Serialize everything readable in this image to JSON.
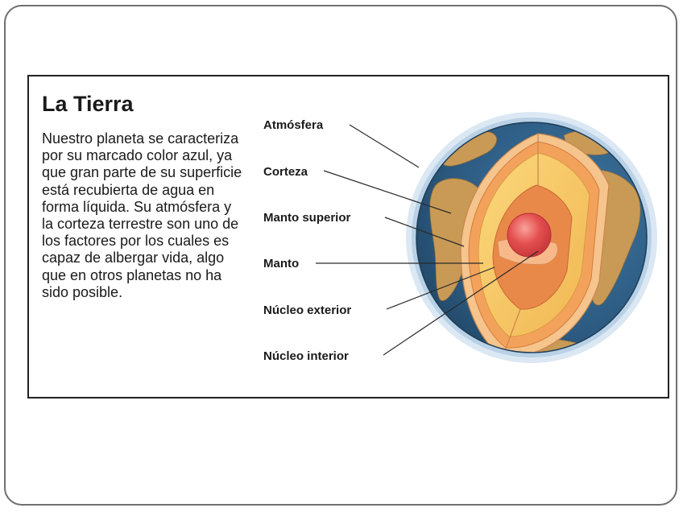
{
  "title": "La Tierra",
  "description": "Nuestro planeta se caracteriza por su marcado color azul, ya que gran parte de su superficie está recubierta de agua en forma líquida. Su atmósfera y la corteza terrestre son uno de los factores por los cuales es capaz de albergar vida, algo que en otros planetas no ha sido posible.",
  "layers": [
    {
      "label": "Atmósfera"
    },
    {
      "label": "Corteza"
    },
    {
      "label": "Manto superior"
    },
    {
      "label": "Manto"
    },
    {
      "label": "Núcleo exterior"
    },
    {
      "label": "Núcleo interior"
    }
  ],
  "colors": {
    "ocean": "#2f5f86",
    "land": "#c89a56",
    "atmosphere": "#c9dcec",
    "crust": "#f6c48d",
    "upper_mantle": "#f3a25c",
    "mantle": "#f8cb6a",
    "outer_core": "#e8894a",
    "inner_core": "#e0444a"
  }
}
